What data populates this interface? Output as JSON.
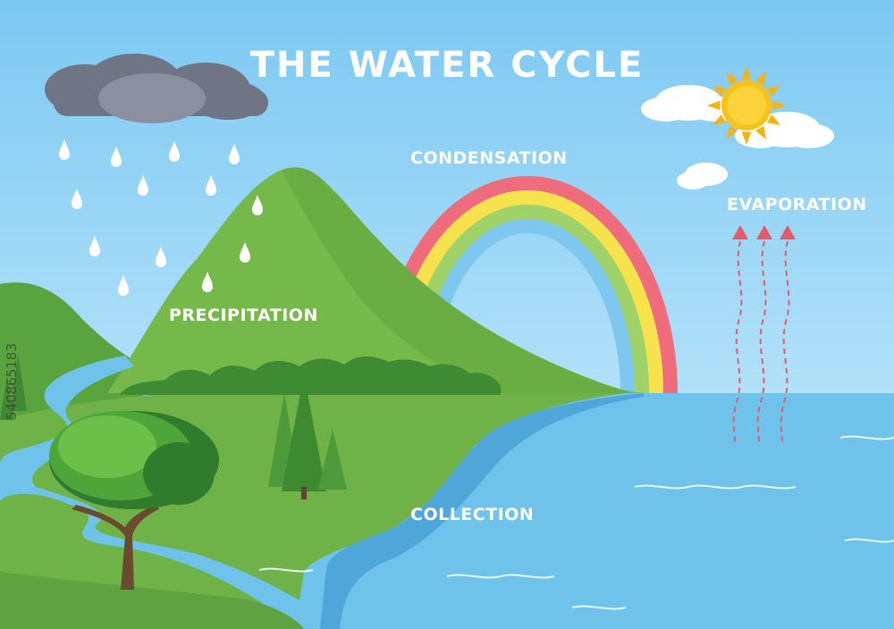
{
  "title": "THE WATER CYCLE",
  "labels": {
    "condensation": "CONDENSATION",
    "evaporation": "EVAPORATION",
    "precipitation": "PRECIPITATION",
    "collection": "COLLECTION"
  },
  "watermark": "540865183",
  "colors": {
    "sky_top": "#7cc8f2",
    "sky_bottom": "#d2f0fd",
    "sea": "#6fc3ea",
    "grass": "#6fb348",
    "grass_dark": "#3f8b33",
    "rain_cloud": "#6f7585",
    "sun": "#f8c21b",
    "rainbow": [
      "#ee6c7b",
      "#f5e24d",
      "#9fd36a",
      "#7ec7ef"
    ],
    "evaporation_arrow": "#e45a6b"
  }
}
